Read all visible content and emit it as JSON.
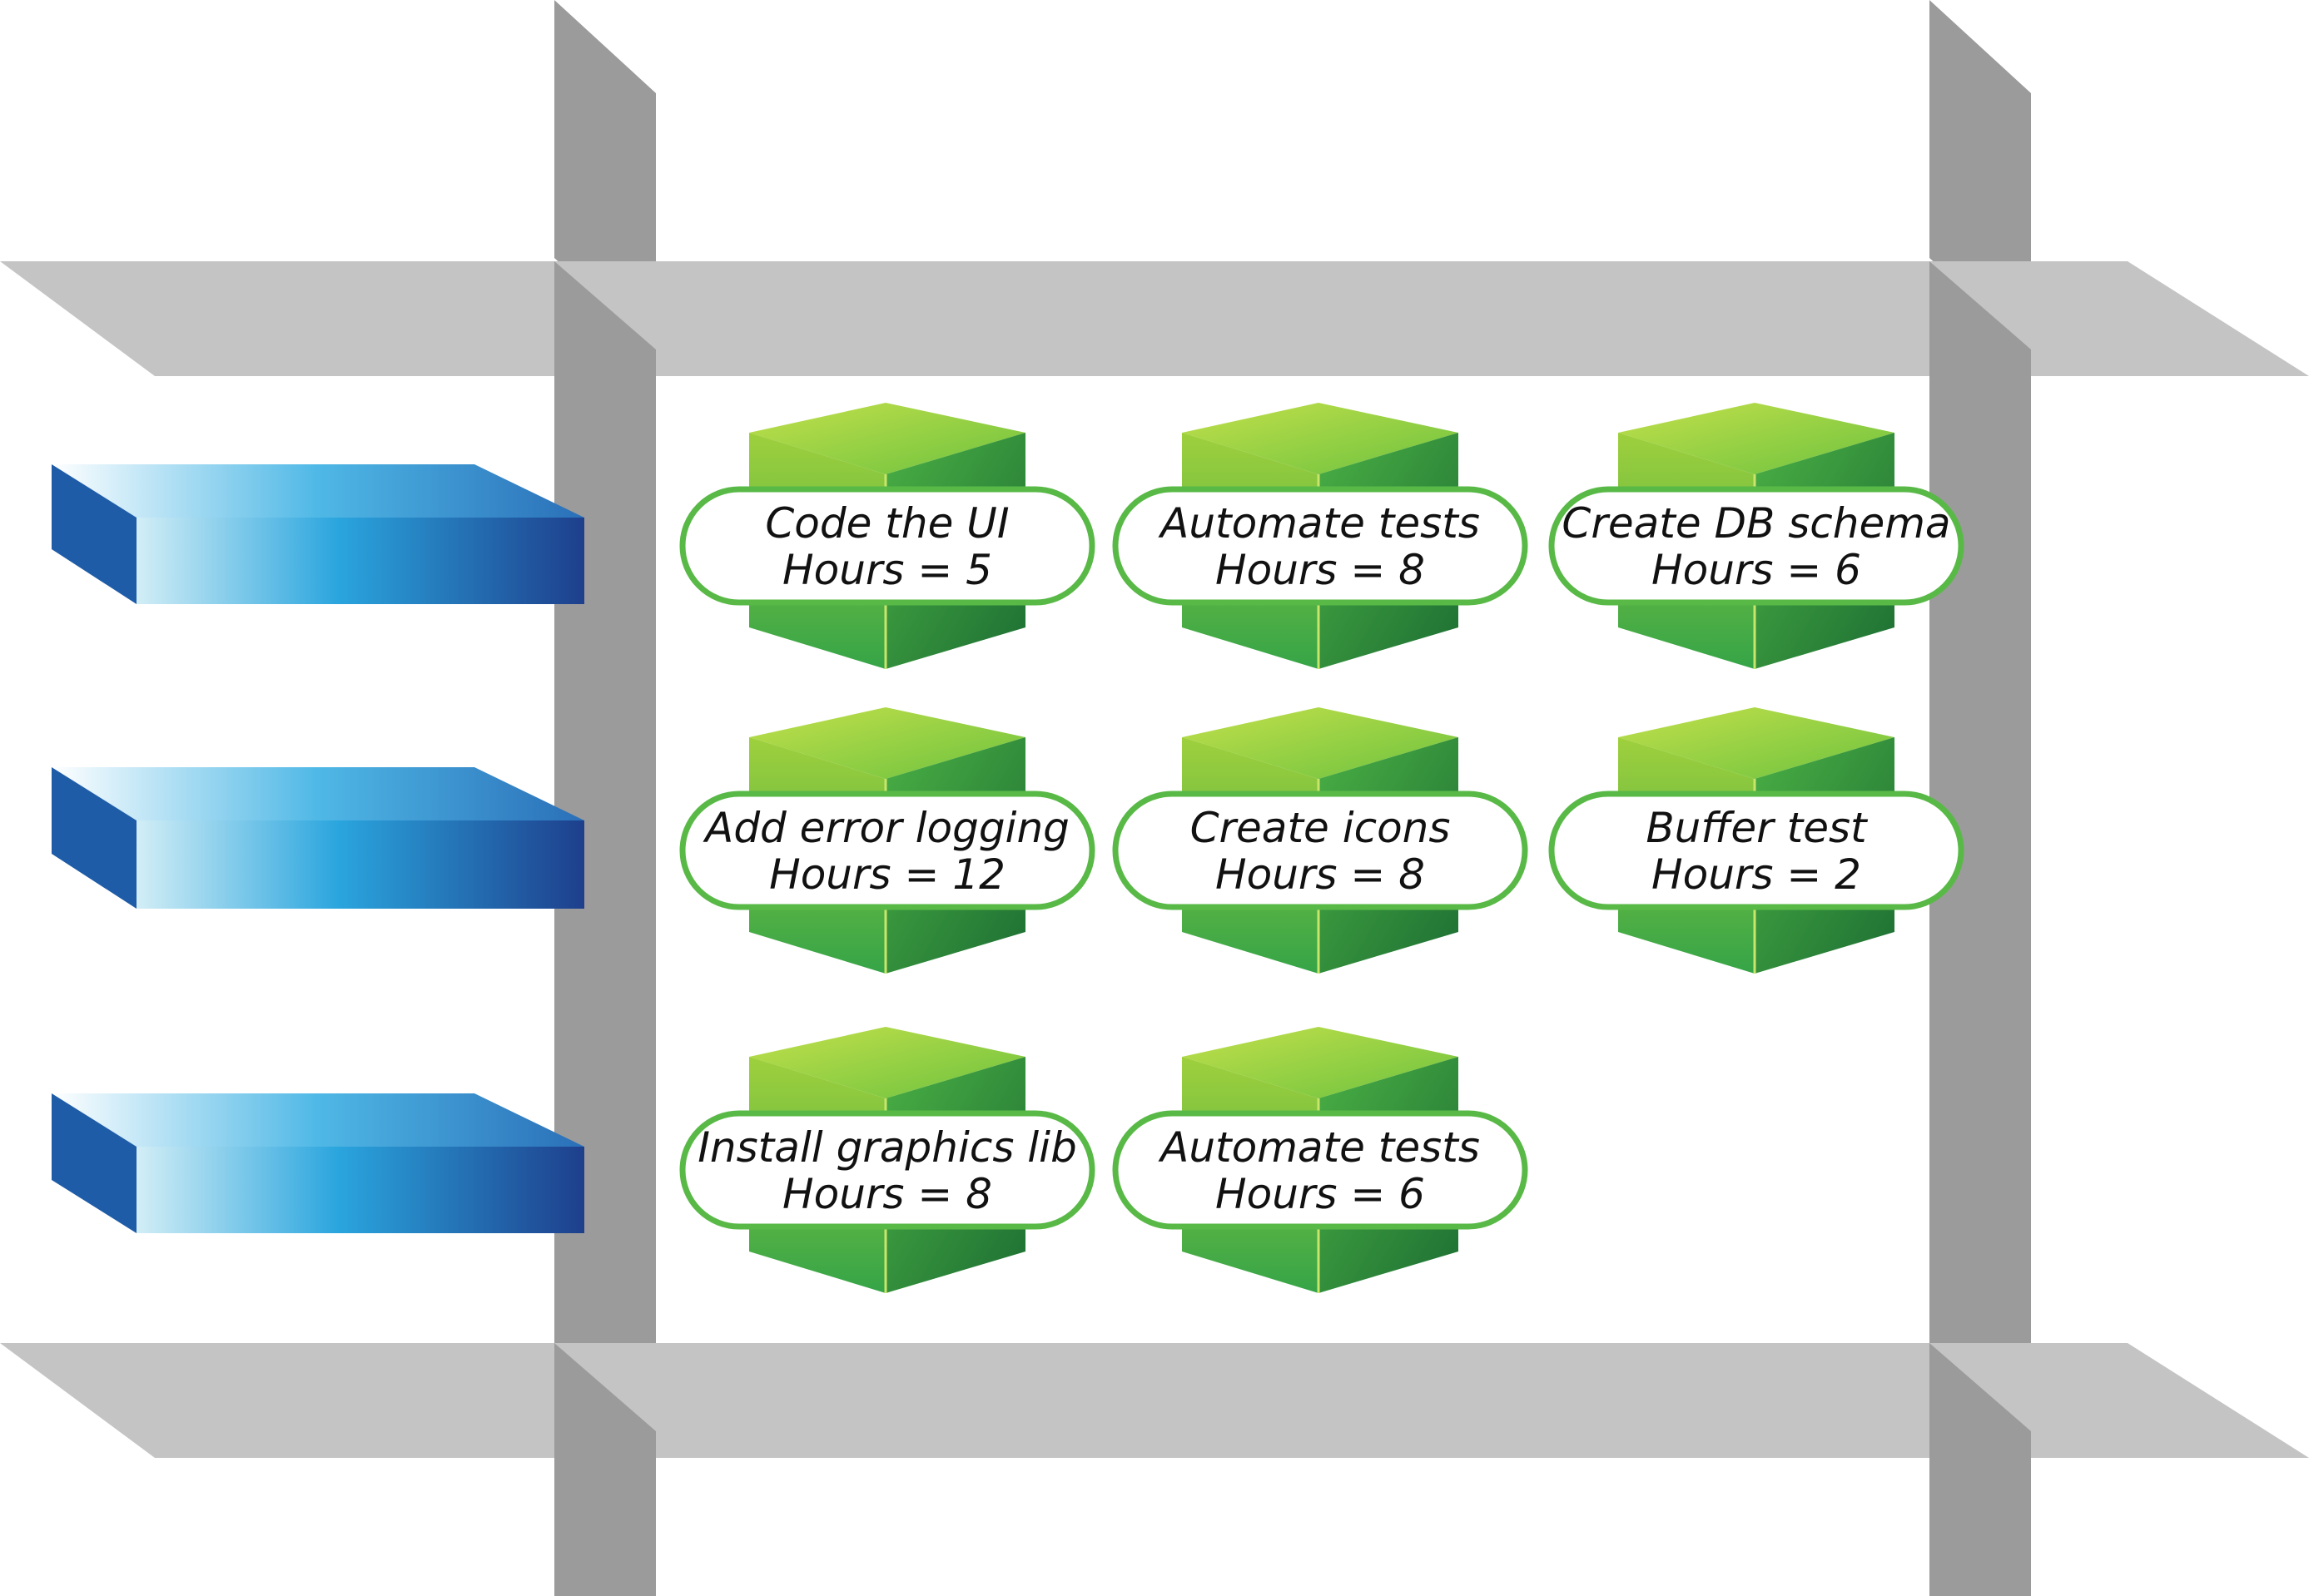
{
  "colors": {
    "frame_light": "#c4c4c4",
    "frame_dark": "#9b9b9b",
    "shelf_light": "#d3eef6",
    "shelf_mid": "#2aa5de",
    "shelf_dark": "#1e3f8c",
    "cube_light": "#b4d83a",
    "cube_mid": "#3fb14a",
    "cube_dark": "#1f7a36",
    "label_border": "#59b947",
    "label_fill": "#ffffff"
  },
  "rows": [
    {
      "tasks": [
        {
          "title": "Code the UI",
          "hours": "Hours = 5"
        },
        {
          "title": "Automate tests",
          "hours": "Hours = 8"
        },
        {
          "title": "Create DB schema",
          "hours": "Hours = 6"
        }
      ]
    },
    {
      "tasks": [
        {
          "title": "Add error logging",
          "hours": "Hours = 12"
        },
        {
          "title": "Create icons",
          "hours": "Hours = 8"
        },
        {
          "title": "Buffer test",
          "hours": "Hours = 2"
        }
      ]
    },
    {
      "tasks": [
        {
          "title": "Install graphics lib",
          "hours": "Hours = 8"
        },
        {
          "title": "Automate tests",
          "hours": "Hours = 6"
        }
      ]
    }
  ]
}
